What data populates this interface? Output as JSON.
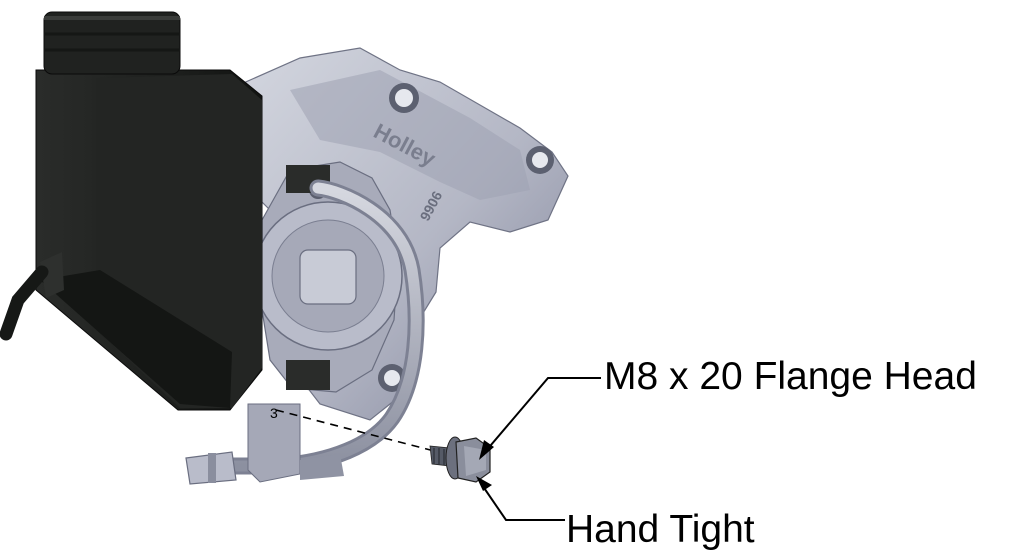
{
  "diagram": {
    "callouts": [
      {
        "id": "fastener",
        "text": "M8 x 20 Flange Head"
      },
      {
        "id": "torque",
        "text": "Hand Tight"
      }
    ],
    "engraving": {
      "brand_mark": "Holley",
      "part_mark": "9906"
    },
    "colors": {
      "reservoir": "#1c1e1c",
      "bracket": "#b5b8c6",
      "bracket_dark": "#7f8393",
      "bracket_light": "#d2d5de",
      "line": "#000000",
      "background": "#ffffff"
    }
  }
}
